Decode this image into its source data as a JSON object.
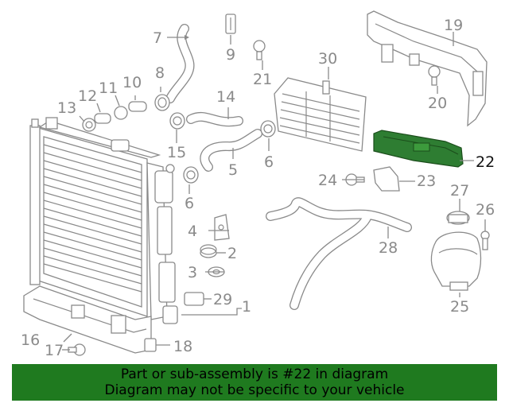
{
  "diagram": {
    "highlight_color": "#2e7d32",
    "label_color": "#8a8a8a",
    "labels": {
      "l1": "1",
      "l2": "2",
      "l3": "3",
      "l4": "4",
      "l5": "5",
      "l6a": "6",
      "l6b": "6",
      "l7": "7",
      "l8": "8",
      "l9": "9",
      "l10": "10",
      "l11": "11",
      "l12": "12",
      "l13": "13",
      "l14": "14",
      "l15": "15",
      "l16": "16",
      "l17": "17",
      "l18": "18",
      "l19": "19",
      "l20": "20",
      "l21": "21",
      "l22": "22",
      "l23": "23",
      "l24": "24",
      "l25": "25",
      "l26": "26",
      "l27": "27",
      "l28": "28",
      "l29": "29",
      "l30": "30"
    }
  },
  "banner": {
    "background": "#1f7a1f",
    "line1": "Part or sub-assembly is #22 in diagram",
    "line2": "Diagram may not be specific to your vehicle"
  }
}
